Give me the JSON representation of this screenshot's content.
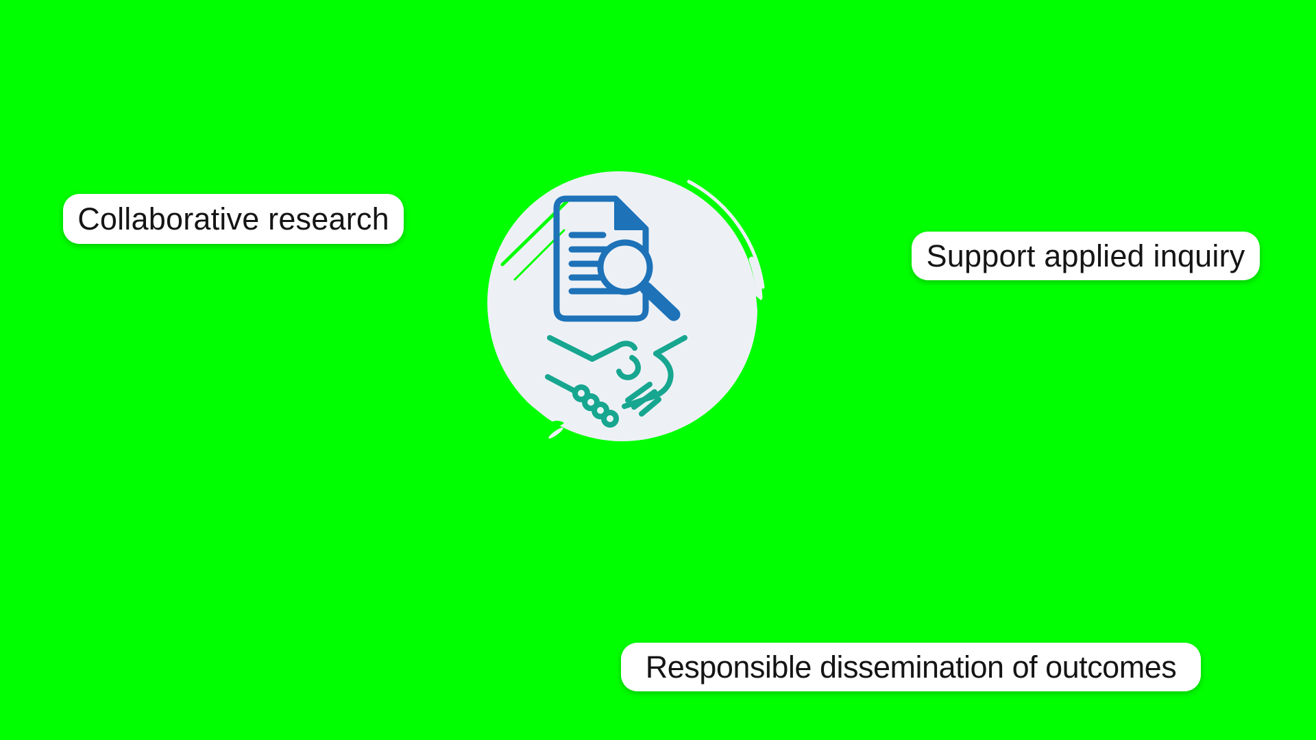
{
  "scene": {
    "background_color": "#00FF00",
    "labels": [
      {
        "text": "Collaborative research"
      },
      {
        "text": "Support applied inquiry"
      },
      {
        "text": "Responsible dissemination of outcomes"
      }
    ],
    "badge": {
      "circle_fill": "#EDF1F6",
      "icons": [
        {
          "name": "document-magnifier-icon",
          "color": "#1D72B8"
        },
        {
          "name": "handshake-icon",
          "color": "#17A68F"
        }
      ]
    }
  }
}
